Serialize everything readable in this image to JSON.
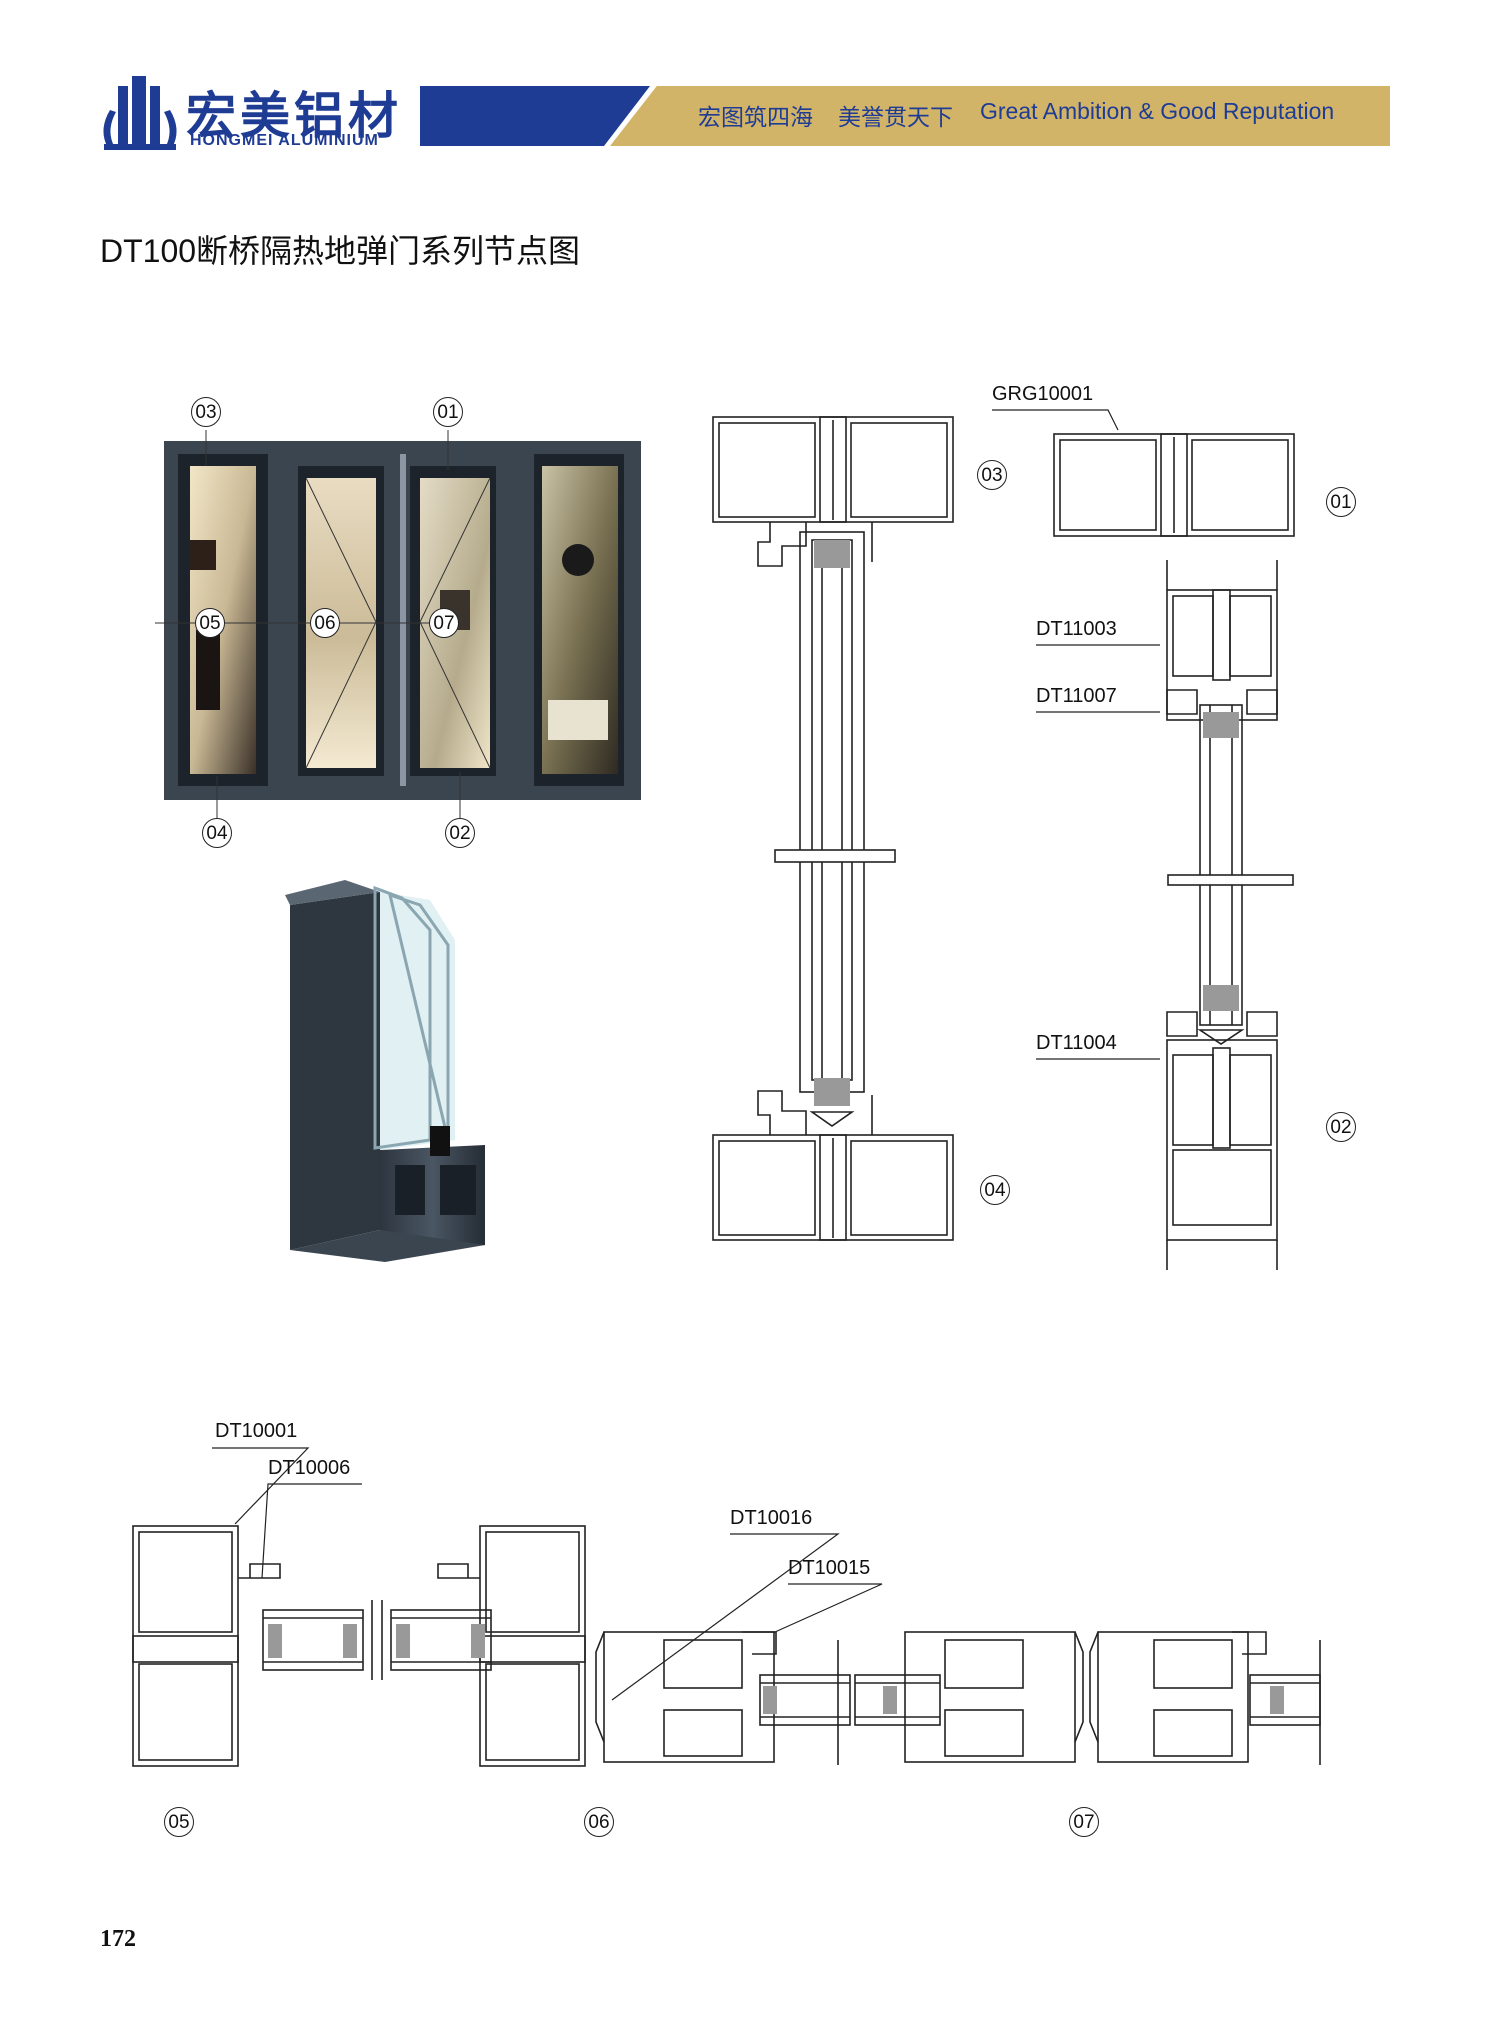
{
  "header": {
    "brand_cn": "宏美铝材",
    "brand_en": "HONGMEI ALUMINIUM",
    "slogan_cn_1": "宏图筑四海",
    "slogan_cn_2": "美誉贯天下",
    "slogan_en": "Great Ambition & Good Reputation",
    "colors": {
      "brand_blue": "#1f3c95",
      "brand_gold": "#d2b469"
    }
  },
  "title": "DT100断桥隔热地弹门系列节点图",
  "page_number": "172",
  "callouts": {
    "c01": "01",
    "c02": "02",
    "c03": "03",
    "c04": "04",
    "c05": "05",
    "c06": "06",
    "c07": "07"
  },
  "parts": {
    "grg10001": "GRG10001",
    "dt11003": "DT11003",
    "dt11007": "DT11007",
    "dt11004": "DT11004",
    "dt10001": "DT10001",
    "dt10006": "DT10006",
    "dt10016": "DT10016",
    "dt10015": "DT10015"
  }
}
